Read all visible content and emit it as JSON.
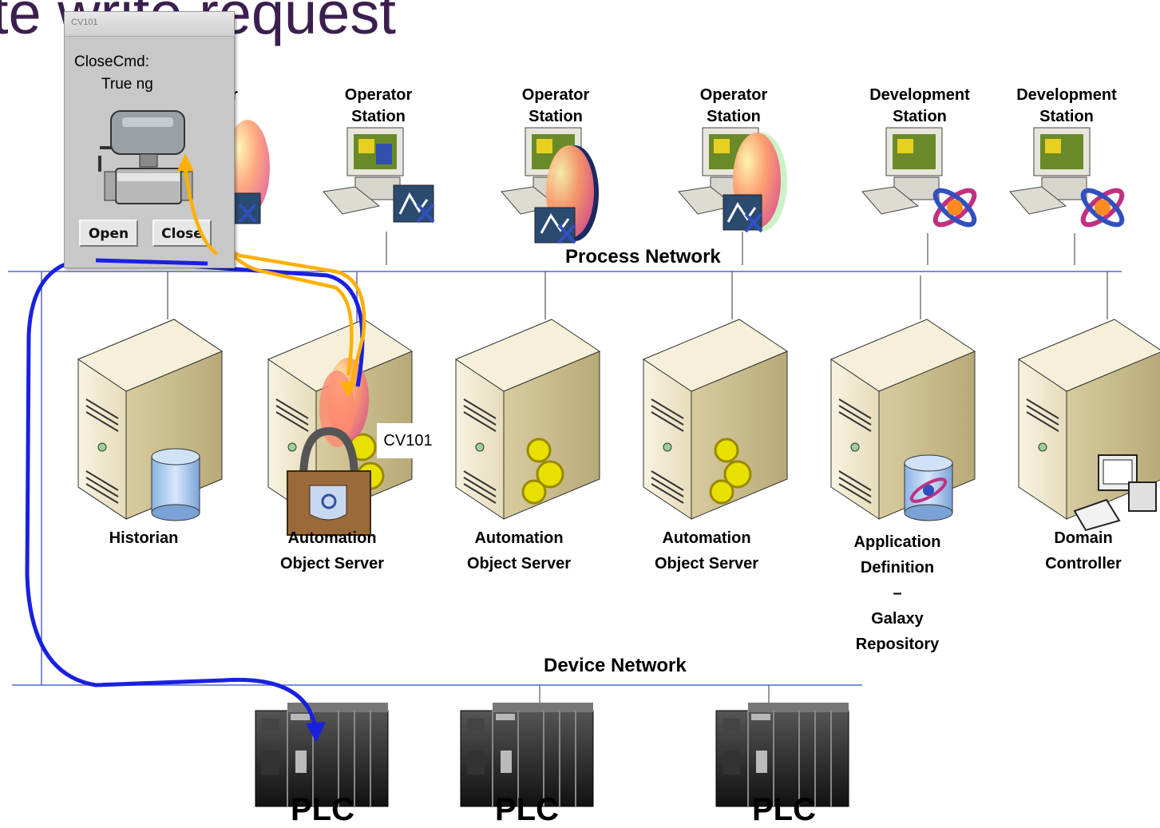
{
  "title": "te write request",
  "popup": {
    "window_title": "CV101",
    "command_label": "CloseCmd:",
    "command_value": "True   ng",
    "open_button": "Open",
    "close_button": "Close"
  },
  "stations": [
    {
      "line1": "Operator",
      "line2": "Station"
    },
    {
      "line1": "Operator",
      "line2": "Station"
    },
    {
      "line1": "Operator",
      "line2": "Station"
    },
    {
      "line1": "Development",
      "line2": "Station"
    },
    {
      "line1": "Development",
      "line2": "Station"
    }
  ],
  "hidden_station_fragment": "r",
  "process_network_label": "Process Network",
  "servers": {
    "historian": "Historian",
    "aos1_line1": "Automation",
    "aos1_line2": "Object Server",
    "aos2_line1": "Automation",
    "aos2_line2": "Object Server",
    "aos3_line1": "Automation",
    "aos3_line2": "Object Server",
    "galaxy_lines": [
      "Application",
      "Definition",
      "–",
      "Galaxy",
      "Repository"
    ],
    "domain_line1": "Domain",
    "domain_line2": "Controller"
  },
  "object_tag": "CV101",
  "device_network_label": "Device Network",
  "plcs": [
    "PLC",
    "PLC",
    "PLC"
  ],
  "colors": {
    "write_path": "#ffb000",
    "read_path": "#1a20e0",
    "network_line": "#5568c8",
    "server_body": "#f3ecd5",
    "title": "#3b1f4e"
  }
}
